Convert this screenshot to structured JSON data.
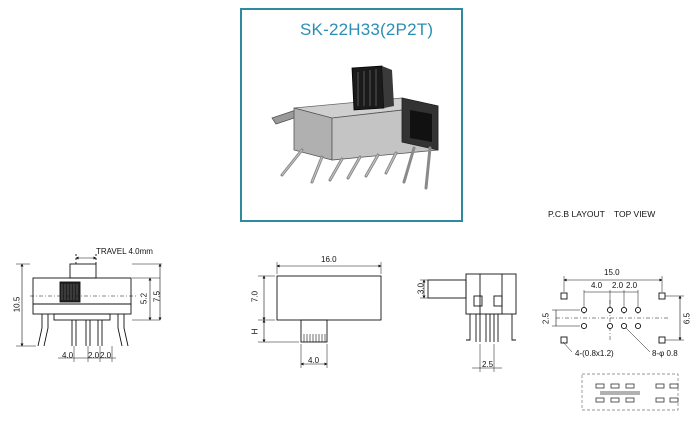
{
  "product": {
    "model": "SK-22H33(2P2T)"
  },
  "pcb": {
    "caption_layout": "P.C.B LAYOUT",
    "caption_view": "TOP VIEW",
    "dim_width": "15.0",
    "dim_pitch_a": "4.0",
    "dim_pitch_b": "2.0",
    "dim_pitch_c": "2.0",
    "dim_row": "2.5",
    "dim_height": "6.5",
    "note_mount": "4-(0.8x1.2)",
    "note_pins": "8-φ 0.8"
  },
  "side_view": {
    "travel": "TRAVEL 4.0mm",
    "dim_total_h": "10.5",
    "dim_body_h": "5.2",
    "dim_top_h": "7.5",
    "dim_pitch_a": "4.0",
    "dim_pitch_b": "2.0",
    "dim_pitch_c": "2.0"
  },
  "front_view": {
    "dim_length": "16.0",
    "dim_height": "7.0",
    "dim_h": "H",
    "dim_actuator": "4.0"
  },
  "end_view": {
    "dim_lever": "3.0",
    "dim_pin_pitch": "2.5"
  },
  "colors": {
    "frame_border": "#2f8a9e",
    "title": "#2a8fb3",
    "line": "#111111"
  }
}
